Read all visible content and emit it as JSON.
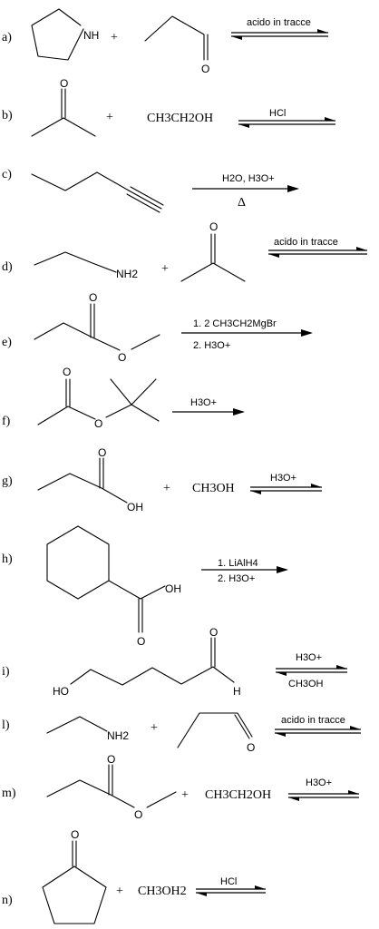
{
  "reactions": [
    {
      "id": "a",
      "label": "a)",
      "plus": "+",
      "arrow_type": "equilibrium",
      "conditions_above": "acido in tracce",
      "atoms": {
        "nh": "NH",
        "o": "O"
      }
    },
    {
      "id": "b",
      "label": "b)",
      "plus": "+",
      "reagent": "CH3CH2OH",
      "arrow_type": "equilibrium",
      "conditions_above": "HCl",
      "atoms": {
        "o": "O"
      }
    },
    {
      "id": "c",
      "label": "c)",
      "arrow_type": "forward",
      "conditions_above": "H2O, H3O+",
      "conditions_below": "Δ"
    },
    {
      "id": "d",
      "label": "d)",
      "plus": "+",
      "arrow_type": "equilibrium",
      "conditions_above": "acido in tracce",
      "atoms": {
        "nh2": "NH2",
        "o": "O"
      }
    },
    {
      "id": "e",
      "label": "e)",
      "arrow_type": "forward",
      "conditions_above": "1. 2 CH3CH2MgBr",
      "conditions_below": "2. H3O+",
      "atoms": {
        "o1": "O",
        "o2": "O"
      }
    },
    {
      "id": "f",
      "label": "f)",
      "arrow_type": "forward",
      "conditions_above": "H3O+",
      "atoms": {
        "o1": "O",
        "o2": "O"
      }
    },
    {
      "id": "g",
      "label": "g)",
      "plus": "+",
      "reagent": "CH3OH",
      "arrow_type": "equilibrium",
      "conditions_above": "H3O+",
      "atoms": {
        "o": "O",
        "oh": "OH"
      }
    },
    {
      "id": "h",
      "label": "h)",
      "arrow_type": "forward",
      "conditions_above": "1. LiAlH4",
      "conditions_below": "2. H3O+",
      "atoms": {
        "oh": "OH",
        "o": "O"
      }
    },
    {
      "id": "i",
      "label": "i)",
      "arrow_type": "equilibrium",
      "conditions_above": "H3O+",
      "conditions_below": "CH3OH",
      "atoms": {
        "ho": "HO",
        "o": "O",
        "h": "H"
      }
    },
    {
      "id": "l",
      "label": "l)",
      "plus": "+",
      "arrow_type": "equilibrium",
      "conditions_above": "acido in tracce",
      "atoms": {
        "nh2": "NH2",
        "o": "O"
      }
    },
    {
      "id": "m",
      "label": "m)",
      "plus": "+",
      "reagent": "CH3CH2OH",
      "arrow_type": "equilibrium",
      "conditions_above": "H3O+",
      "atoms": {
        "o1": "O",
        "o2": "O"
      }
    },
    {
      "id": "n",
      "label": "n)",
      "plus": "+",
      "reagent": "CH3OH2",
      "arrow_type": "equilibrium",
      "conditions_above": "HCl",
      "atoms": {
        "o": "O"
      }
    }
  ]
}
